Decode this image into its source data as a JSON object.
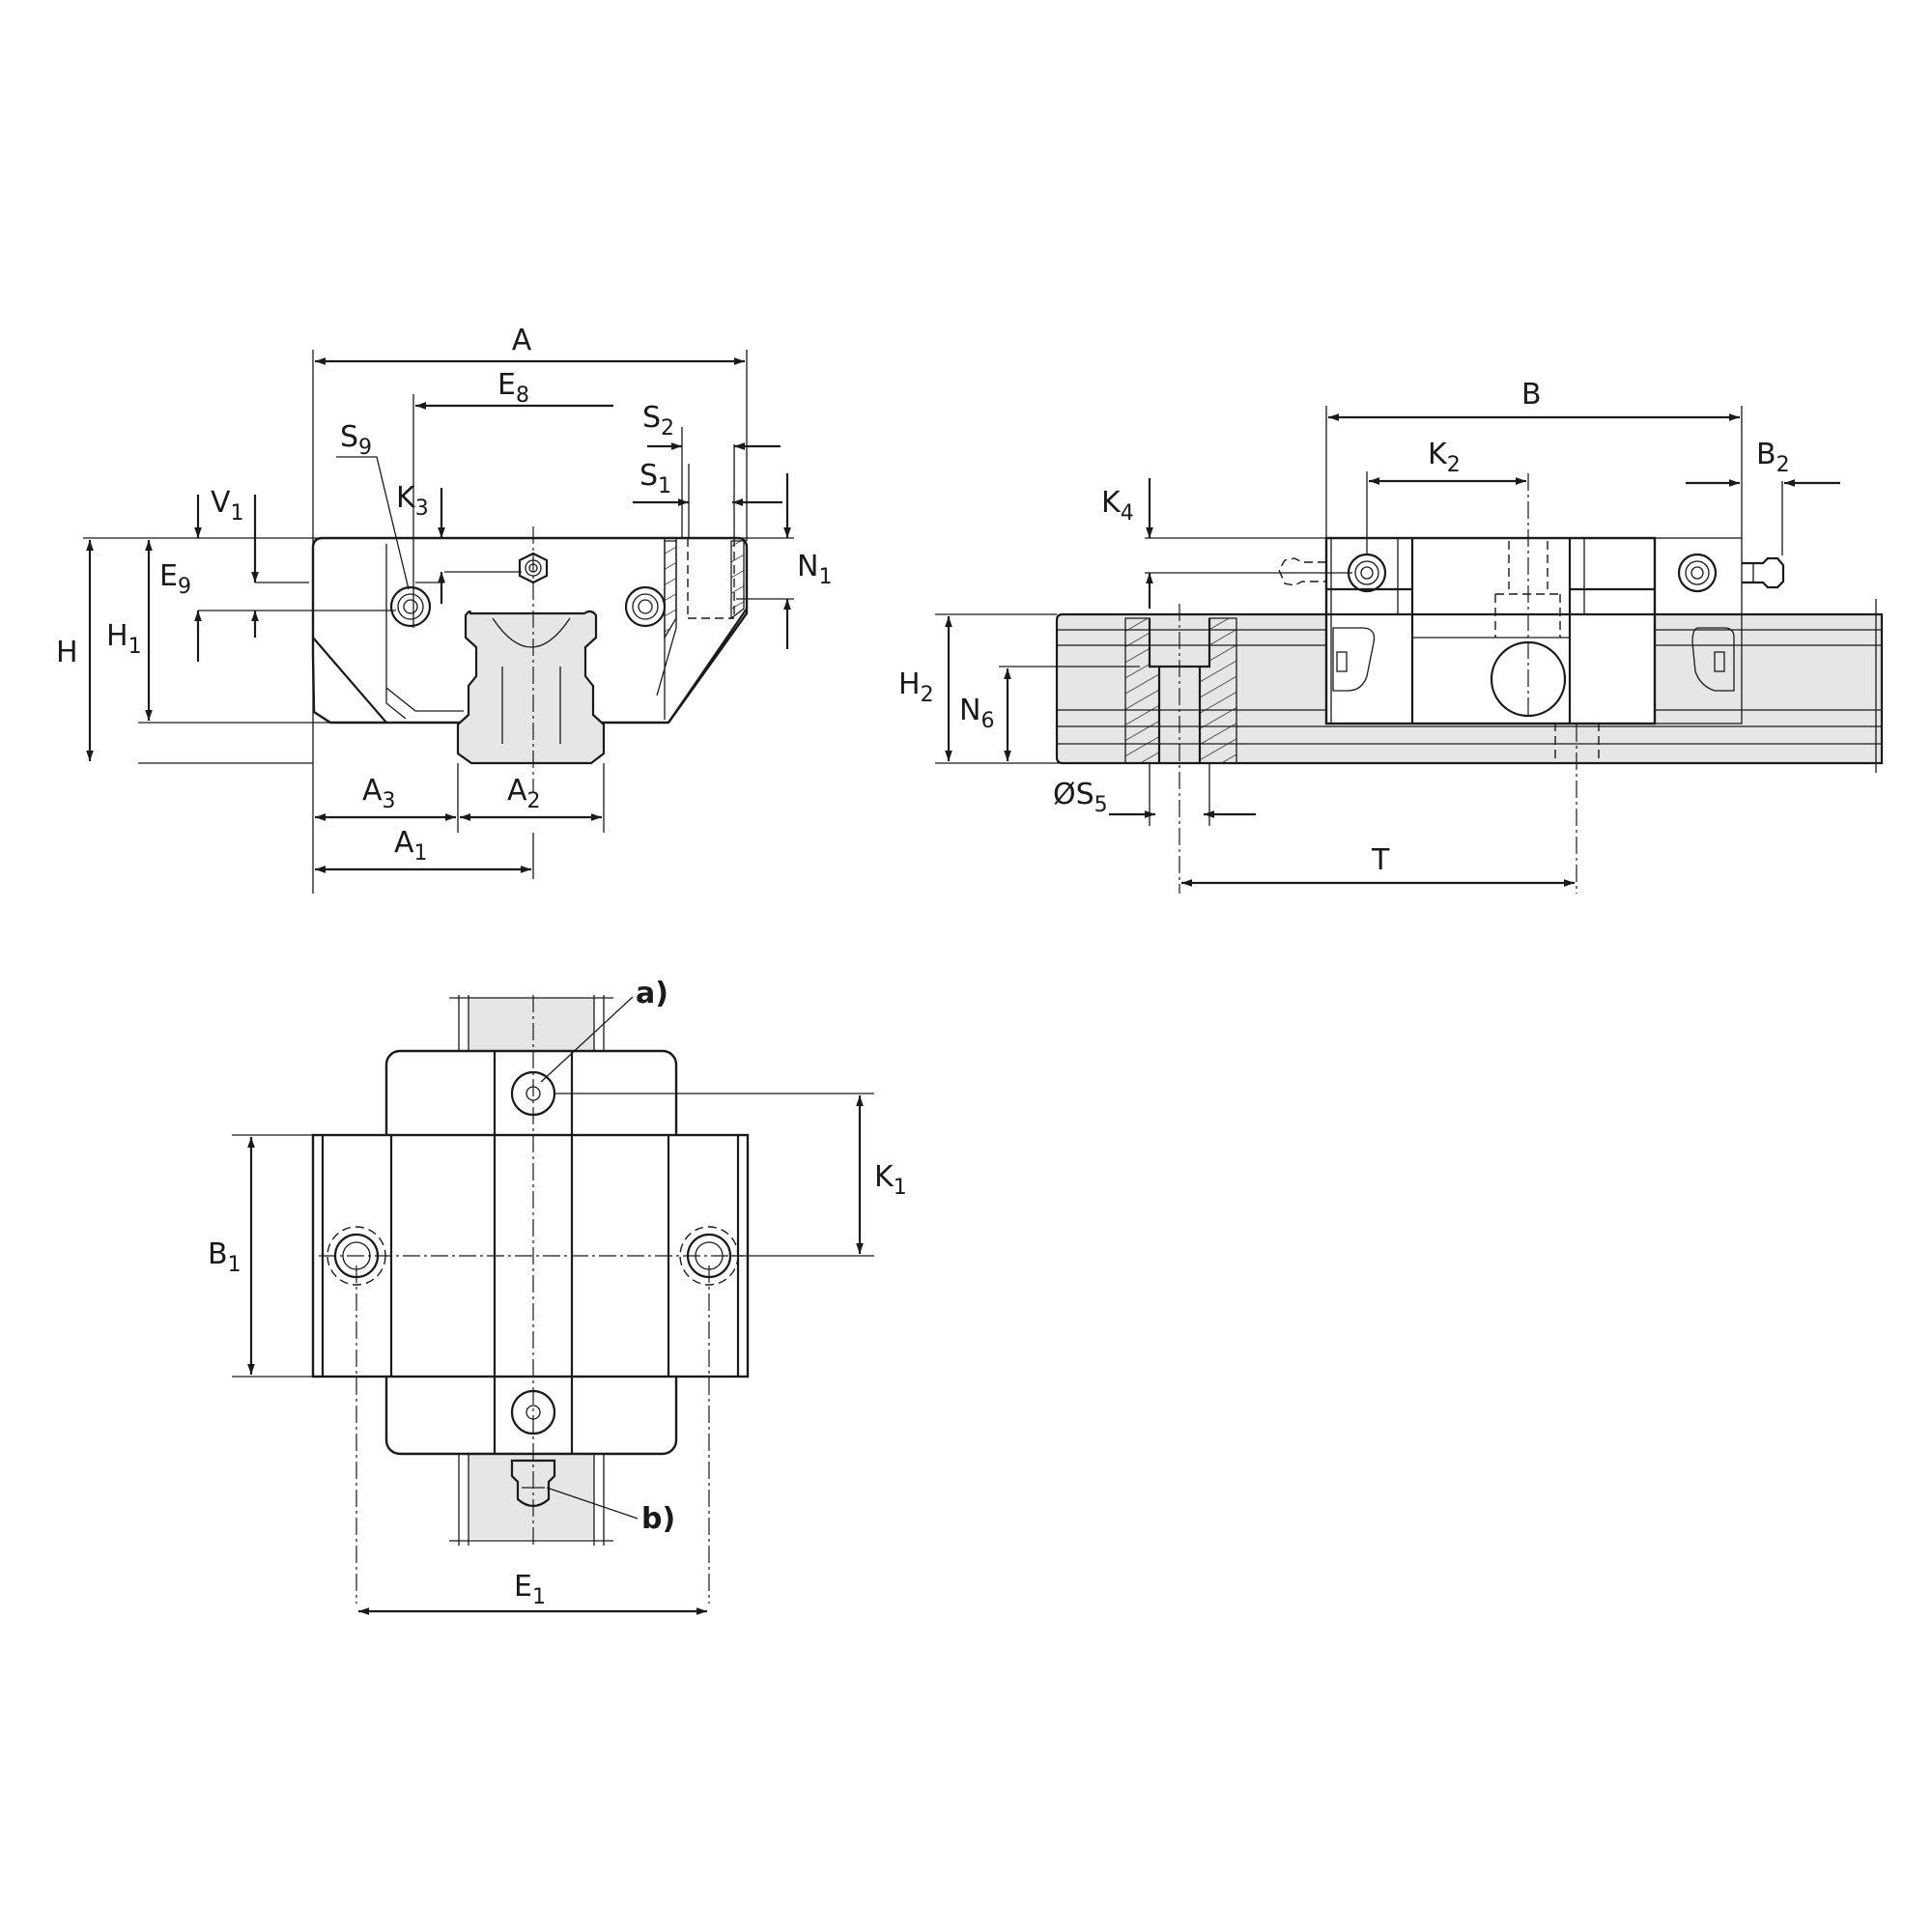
{
  "views": {
    "front": {
      "dim_A": "A",
      "dim_E8": {
        "main": "E",
        "sub": "8"
      },
      "dim_S2": {
        "main": "S",
        "sub": "2"
      },
      "dim_S1": {
        "main": "S",
        "sub": "1"
      },
      "dim_S9": {
        "main": "S",
        "sub": "9"
      },
      "dim_K3": {
        "main": "K",
        "sub": "3"
      },
      "dim_V1": {
        "main": "V",
        "sub": "1"
      },
      "dim_E9": {
        "main": "E",
        "sub": "9"
      },
      "dim_H": "H",
      "dim_H1": {
        "main": "H",
        "sub": "1"
      },
      "dim_N1": {
        "main": "N",
        "sub": "1"
      },
      "dim_A3": {
        "main": "A",
        "sub": "3"
      },
      "dim_A2": {
        "main": "A",
        "sub": "2"
      },
      "dim_A1": {
        "main": "A",
        "sub": "1"
      }
    },
    "side": {
      "dim_B": "B",
      "dim_K2": {
        "main": "K",
        "sub": "2"
      },
      "dim_B2": {
        "main": "B",
        "sub": "2"
      },
      "dim_K4": {
        "main": "K",
        "sub": "4"
      },
      "dim_H2": {
        "main": "H",
        "sub": "2"
      },
      "dim_N6": {
        "main": "N",
        "sub": "6"
      },
      "dim_S5": {
        "main": "ØS",
        "sub": "5"
      },
      "dim_T": "T"
    },
    "top": {
      "callout_a": "a)",
      "callout_b": "b)",
      "dim_K1": {
        "main": "K",
        "sub": "1"
      },
      "dim_B1": {
        "main": "B",
        "sub": "1"
      },
      "dim_E1": {
        "main": "E",
        "sub": "1"
      }
    }
  }
}
